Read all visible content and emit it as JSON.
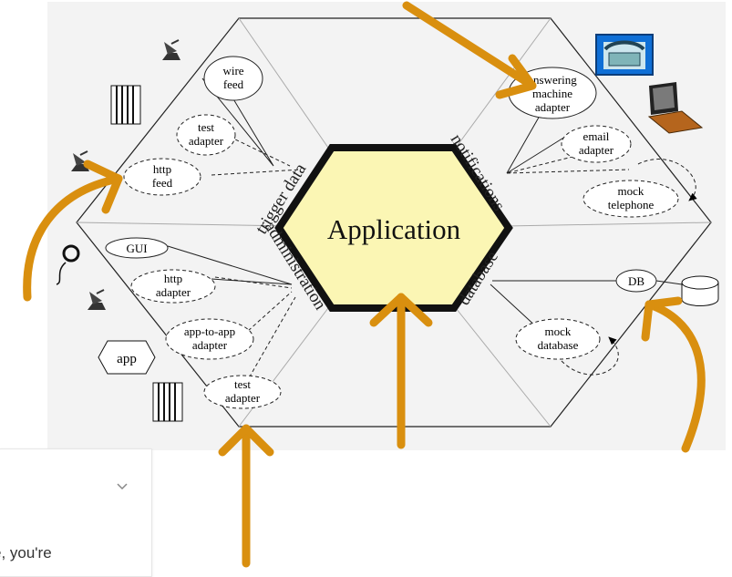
{
  "diagram": {
    "center_label": "Application",
    "edge_labels": {
      "top_left": "trigger data",
      "bottom_left": "administration",
      "top_right": "notifications",
      "bottom_right": "database"
    },
    "adapters": {
      "wire_feed": [
        "wire",
        "feed"
      ],
      "test_adapter_top": [
        "test",
        "adapter"
      ],
      "http_feed": [
        "http",
        "feed"
      ],
      "gui": [
        "GUI"
      ],
      "http_adapter": [
        "http",
        "adapter"
      ],
      "app_to_app": [
        "app-to-app",
        "adapter"
      ],
      "test_adapter_bottom": [
        "test",
        "adapter"
      ],
      "answering_machine": [
        "answering",
        "machine",
        "adapter"
      ],
      "email_adapter": [
        "email",
        "adapter"
      ],
      "mock_telephone": [
        "mock",
        "telephone"
      ],
      "db": [
        "DB"
      ],
      "mock_database": [
        "mock",
        "database"
      ]
    },
    "actors": {
      "app_box": "app"
    },
    "colors": {
      "center_fill": "#fbf6b4",
      "arrow": "#d98f0f",
      "background": "#f3f3f3"
    }
  },
  "popup": {
    "snippet": "e, you're",
    "chevron": "chevron-down-icon"
  }
}
